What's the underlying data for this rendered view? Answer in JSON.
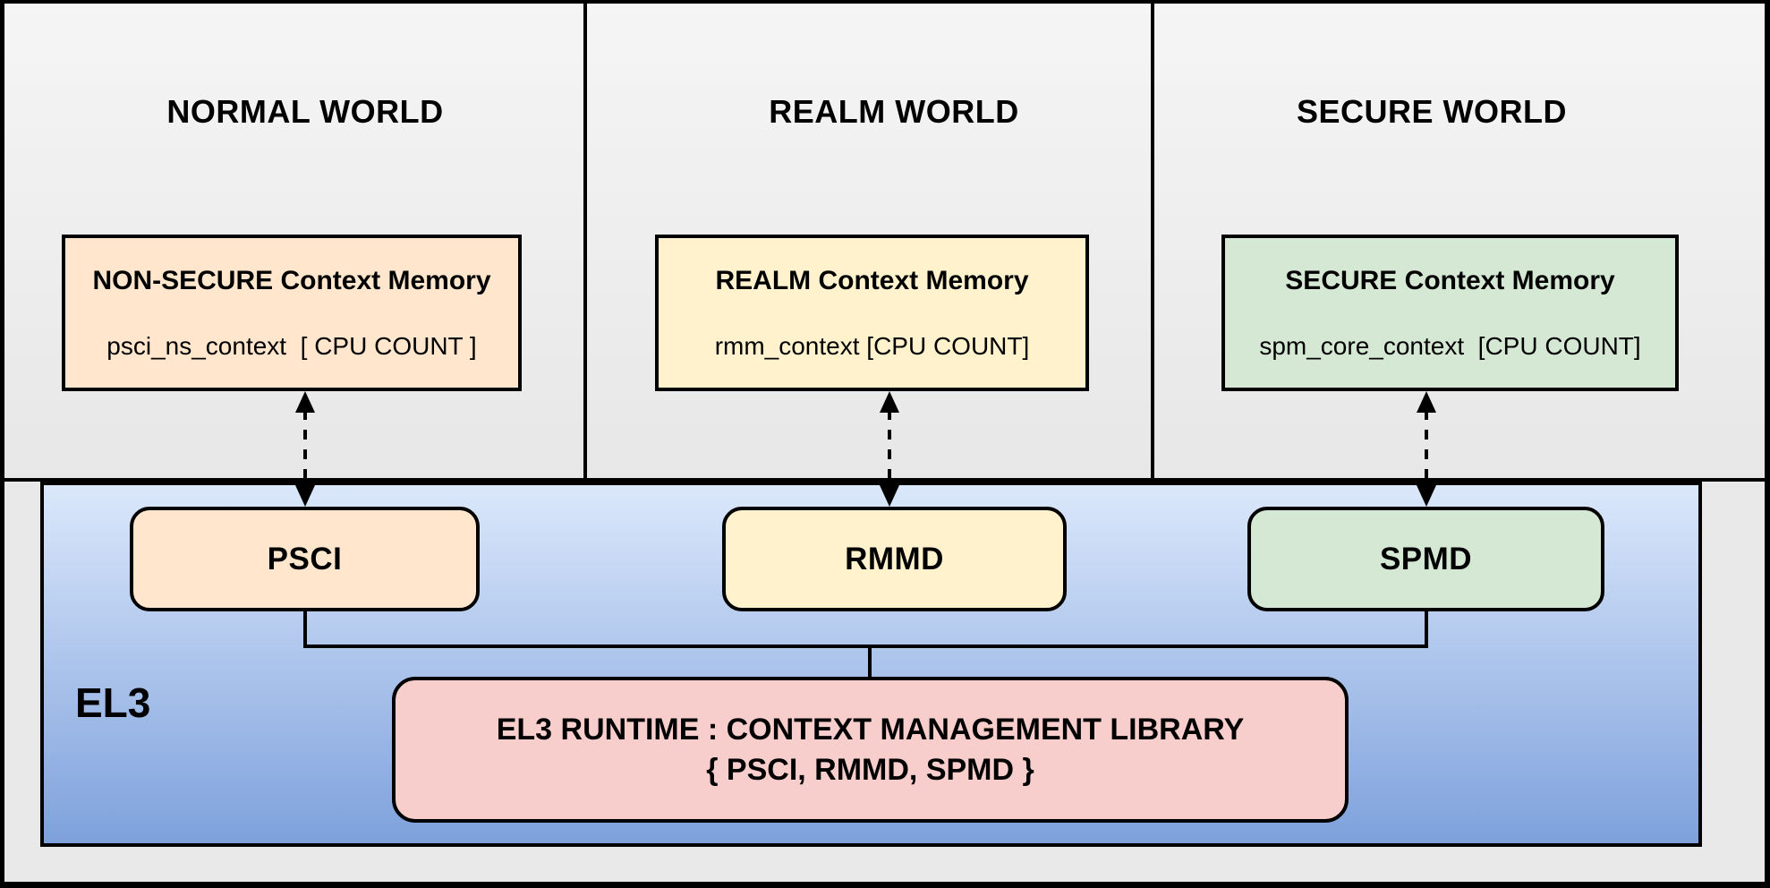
{
  "worlds": [
    {
      "title": "NORMAL WORLD",
      "memory_title": "NON-SECURE Context Memory",
      "memory_value": "psci_ns_context  [ CPU COUNT ]",
      "dispatcher": "PSCI",
      "fill": "#FFE6CC"
    },
    {
      "title": "REALM WORLD",
      "memory_title": "REALM Context Memory",
      "memory_value": "rmm_context [CPU COUNT]",
      "dispatcher": "RMMD",
      "fill": "#FFF2CC"
    },
    {
      "title": "SECURE WORLD",
      "memory_title": "SECURE Context Memory",
      "memory_value": "spm_core_context  [CPU COUNT]",
      "dispatcher": "SPMD",
      "fill": "#D5E8D4"
    }
  ],
  "el3": {
    "label": "EL3",
    "runtime_title": "EL3 RUNTIME : CONTEXT MANAGEMENT LIBRARY",
    "runtime_subtitle": "{ PSCI, RMMD, SPMD }",
    "runtime_fill": "#F8CECC",
    "gradient_top": "#DBE8FB",
    "gradient_bottom": "#7EA1DC"
  },
  "style": {
    "outline": "#000000",
    "panel_gradient_top": "#F5F5F5",
    "panel_gradient_bottom": "#E7E7E7",
    "canvas_background": "#E9E9E9"
  }
}
